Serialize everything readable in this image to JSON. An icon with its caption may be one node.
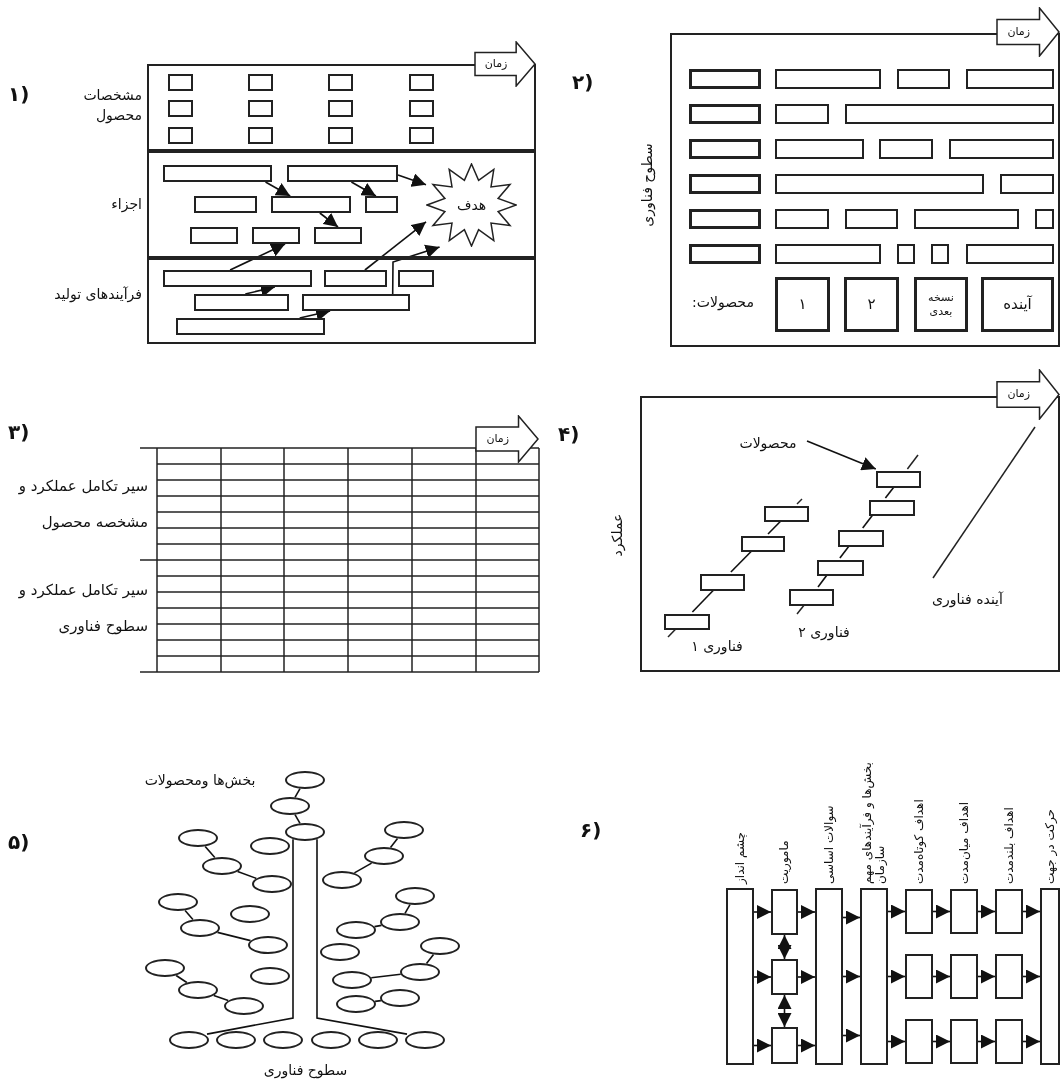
{
  "diagram": {
    "nodes": [
      {
        "text": [
          "مشخصات محصول"
        ]
      },
      {
        "text": [],
        "shape": "box",
        "in": 0
      },
      {
        "text": [],
        "shape": "box",
        "in": 0
      },
      {
        "text": [],
        "shape": "box",
        "in": 0
      },
      {
        "text": [],
        "shape": "box",
        "in": 0
      },
      {
        "text": [],
        "shape": "box",
        "in": 0
      },
      {
        "text": [],
        "shape": "box",
        "in": 0
      },
      {
        "text": [],
        "shape": "box",
        "in": 0
      },
      {
        "text": [],
        "shape": "box",
        "in": 0
      },
      {
        "text": [],
        "shape": "box",
        "in": 0
      },
      {
        "text": [],
        "shape": "box",
        "in": 0
      },
      {
        "text": [],
        "shape": "box",
        "in": 0
      },
      {
        "text": [],
        "shape": "box",
        "in": 0
      },
      {
        "text": [
          "اجزاء"
        ]
      },
      {
        "text": [],
        "shape": "box",
        "in": 13
      },
      {
        "text": [],
        "shape": "box",
        "in": 13
      },
      {
        "text": [],
        "shape": "box",
        "in": 13
      },
      {
        "text": [],
        "shape": "box",
        "in": 13
      },
      {
        "text": [],
        "shape": "box",
        "in": 13
      },
      {
        "text": [],
        "shape": "box",
        "in": 13
      },
      {
        "text": [],
        "shape": "box",
        "in": 13
      },
      {
        "text": [],
        "shape": "box",
        "in": 13
      },
      {
        "text": [
          "هدف"
        ],
        "in": 13
      },
      {
        "text": [
          "فرآیندهای تولید"
        ]
      },
      {
        "text": [],
        "shape": "box",
        "in": 23
      },
      {
        "text": [],
        "shape": "box",
        "in": 23
      },
      {
        "text": [],
        "shape": "box",
        "in": 23
      },
      {
        "text": [],
        "shape": "box",
        "in": 23
      },
      {
        "text": [],
        "shape": "box",
        "in": 23
      },
      {
        "text": [],
        "shape": "box",
        "in": 23
      },
      {
        "text": [
          "زمان"
        ]
      },
      {
        "text": [],
        "shape": "box"
      },
      {
        "text": [],
        "shape": "box",
        "in": 31
      },
      {
        "text": [],
        "shape": "box",
        "in": 31
      },
      {
        "text": [],
        "shape": "box",
        "in": 31
      },
      {
        "text": [],
        "shape": "box",
        "in": 31
      },
      {
        "text": [],
        "shape": "box",
        "in": 31
      },
      {
        "text": [],
        "shape": "box",
        "in": 31
      },
      {
        "text": [],
        "shape": "box",
        "in": 31
      },
      {
        "text": [],
        "shape": "box",
        "in": 31
      },
      {
        "text": [],
        "shape": "box",
        "in": 31
      },
      {
        "text": [],
        "shape": "box",
        "in": 31
      },
      {
        "text": [],
        "shape": "box",
        "in": 31
      },
      {
        "text": [],
        "shape": "box",
        "in": 31
      },
      {
        "text": [],
        "shape": "box",
        "in": 31
      },
      {
        "text": [],
        "shape": "box",
        "in": 31
      },
      {
        "text": [],
        "shape": "box",
        "in": 31
      },
      {
        "text": [],
        "shape": "box",
        "in": 31
      },
      {
        "text": [],
        "shape": "box",
        "in": 31
      },
      {
        "text": [],
        "shape": "box",
        "in": 31
      },
      {
        "text": [],
        "shape": "box",
        "in": 31
      },
      {
        "text": [],
        "shape": "box",
        "in": 31
      },
      {
        "text": [],
        "shape": "box",
        "in": 31
      },
      {
        "text": [],
        "shape": "box",
        "in": 31
      },
      {
        "text": [],
        "shape": "box",
        "in": 31
      },
      {
        "text": [],
        "shape": "box",
        "in": 31
      },
      {
        "text": [
          "۱"
        ],
        "in": 31
      },
      {
        "text": [
          "۲"
        ],
        "in": 31
      },
      {
        "text": [
          "نسخه بعدی"
        ],
        "in": 31
      },
      {
        "text": [
          "آینده"
        ],
        "in": 31
      },
      {
        "text": [
          "زمان"
        ]
      },
      {
        "text": [
          "زمان"
        ]
      },
      {
        "text": [],
        "shape": "box"
      },
      {
        "text": [],
        "shape": "box",
        "in": 62
      },
      {
        "text": [],
        "shape": "box",
        "in": 62
      },
      {
        "text": [],
        "shape": "box",
        "in": 62
      },
      {
        "text": [],
        "shape": "box",
        "in": 62
      },
      {
        "text": [],
        "shape": "box",
        "in": 62
      },
      {
        "text": [],
        "shape": "box",
        "in": 62
      },
      {
        "text": [],
        "shape": "box",
        "in": 62
      },
      {
        "text": [],
        "shape": "box",
        "in": 62
      },
      {
        "text": [],
        "shape": "box",
        "in": 62
      },
      {
        "text": [
          "محصولات"
        ],
        "in": 62
      },
      {
        "text": [
          "زمان"
        ]
      },
      {
        "text": [],
        "shape": "ellipse"
      },
      {
        "text": [],
        "shape": "ellipse"
      },
      {
        "text": [],
        "shape": "ellipse"
      },
      {
        "text": [],
        "shape": "ellipse"
      },
      {
        "text": [],
        "shape": "ellipse"
      },
      {
        "text": [],
        "shape": "ellipse"
      },
      {
        "text": [],
        "shape": "ellipse"
      },
      {
        "text": [],
        "shape": "ellipse"
      },
      {
        "text": [],
        "shape": "ellipse"
      },
      {
        "text": [],
        "shape": "ellipse"
      },
      {
        "text": [],
        "shape": "ellipse"
      },
      {
        "text": [],
        "shape": "ellipse"
      },
      {
        "text": [],
        "shape": "ellipse"
      },
      {
        "text": [],
        "shape": "ellipse"
      },
      {
        "text": [],
        "shape": "ellipse"
      },
      {
        "text": [],
        "shape": "ellipse"
      },
      {
        "text": [],
        "shape": "ellipse"
      },
      {
        "text": [],
        "shape": "ellipse"
      },
      {
        "text": [],
        "shape": "ellipse"
      },
      {
        "text": [],
        "shape": "ellipse"
      },
      {
        "text": [],
        "shape": "ellipse"
      },
      {
        "text": [],
        "shape": "ellipse"
      },
      {
        "text": [],
        "shape": "ellipse"
      },
      {
        "text": [],
        "shape": "ellipse"
      },
      {
        "text": [],
        "shape": "ellipse"
      },
      {
        "text": [],
        "shape": "ellipse"
      },
      {
        "text": [],
        "shape": "ellipse"
      },
      {
        "text": [],
        "shape": "ellipse"
      },
      {
        "text": [],
        "shape": "ellipse"
      },
      {
        "text": [],
        "shape": "ellipse"
      },
      {
        "text": [],
        "shape": "ellipse"
      },
      {
        "text": [],
        "shape": "ellipse"
      },
      {
        "text": [],
        "shape": "ellipse"
      },
      {
        "text": [
          "چشم انداز"
        ]
      },
      {
        "text": [
          "ماموریت"
        ]
      },
      {
        "text": [],
        "shape": "box"
      },
      {
        "text": [],
        "shape": "box"
      },
      {
        "text": [
          "سوالات اساسی"
        ]
      },
      {
        "text": [
          "بخش‌ها و فرآیندهای مهم سازمان"
        ]
      },
      {
        "text": [
          "اهداف کوتاه‌مدت"
        ]
      },
      {
        "text": [],
        "shape": "box"
      },
      {
        "text": [],
        "shape": "box"
      },
      {
        "text": [
          "اهداف میان‌مدت"
        ]
      },
      {
        "text": [],
        "shape": "box"
      },
      {
        "text": [],
        "shape": "box"
      },
      {
        "text": [
          "اهداف بلندمدت"
        ]
      },
      {
        "text": [],
        "shape": "box"
      },
      {
        "text": [],
        "shape": "box"
      },
      {
        "text": [
          "حرکت در جهت"
        ]
      }
    ],
    "edges": [
      {
        "from": 14,
        "to": 17,
        "arrow": "to"
      },
      {
        "from": 15,
        "to": 18,
        "arrow": "to"
      },
      {
        "from": 15,
        "to": 22,
        "arrow": "to"
      },
      {
        "from": 17,
        "to": 21,
        "arrow": "to"
      },
      {
        "from": 24,
        "to": 20,
        "arrow": "to"
      },
      {
        "from": 27,
        "to": 24,
        "arrow": "to"
      },
      {
        "from": 29,
        "to": 28,
        "arrow": "to"
      },
      {
        "from": 25,
        "to": 22,
        "arrow": "to"
      },
      {
        "from": 28,
        "to": 22,
        "arrow": "to"
      },
      {
        "from": 72,
        "to": 71,
        "arrow": "to"
      },
      {
        "from": 74,
        "to": 75,
        "arrow": "none"
      },
      {
        "from": 75,
        "to": 76,
        "arrow": "none"
      },
      {
        "from": 77,
        "to": 78,
        "arrow": "none"
      },
      {
        "from": 78,
        "to": 80,
        "arrow": "none"
      },
      {
        "from": 81,
        "to": 82,
        "arrow": "none"
      },
      {
        "from": 82,
        "to": 84,
        "arrow": "none"
      },
      {
        "from": 85,
        "to": 86,
        "arrow": "none"
      },
      {
        "from": 86,
        "to": 88,
        "arrow": "none"
      },
      {
        "from": 89,
        "to": 90,
        "arrow": "none"
      },
      {
        "from": 90,
        "to": 91,
        "arrow": "none"
      },
      {
        "from": 92,
        "to": 93,
        "arrow": "none"
      },
      {
        "from": 93,
        "to": 94,
        "arrow": "none"
      },
      {
        "from": 96,
        "to": 97,
        "arrow": "none"
      },
      {
        "from": 97,
        "to": 98,
        "arrow": "none"
      },
      {
        "from": 99,
        "to": 100,
        "arrow": "none"
      },
      {
        "from": 107,
        "to": 108,
        "arrow": "to"
      },
      {
        "from": 107,
        "to": 109,
        "arrow": "to"
      },
      {
        "from": 107,
        "to": 110,
        "arrow": "to"
      },
      {
        "from": 108,
        "to": 111,
        "arrow": "to"
      },
      {
        "from": 109,
        "to": 111,
        "arrow": "to"
      },
      {
        "from": 110,
        "to": 111,
        "arrow": "to"
      },
      {
        "from": 111,
        "to": 112,
        "arrow": "to"
      },
      {
        "from": 111,
        "to": 112,
        "arrow": "to"
      },
      {
        "from": 111,
        "to": 112,
        "arrow": "to"
      },
      {
        "from": 112,
        "to": 113,
        "arrow": "to"
      },
      {
        "from": 112,
        "to": 114,
        "arrow": "to"
      },
      {
        "from": 112,
        "to": 115,
        "arrow": "to"
      },
      {
        "from": 113,
        "to": 116,
        "arrow": "to"
      },
      {
        "from": 114,
        "to": 117,
        "arrow": "to"
      },
      {
        "from": 115,
        "to": 118,
        "arrow": "to"
      },
      {
        "from": 116,
        "to": 119,
        "arrow": "to"
      },
      {
        "from": 117,
        "to": 120,
        "arrow": "to"
      },
      {
        "from": 118,
        "to": 121,
        "arrow": "to"
      },
      {
        "from": 119,
        "to": 122,
        "arrow": "to"
      },
      {
        "from": 120,
        "to": 122,
        "arrow": "to"
      },
      {
        "from": 121,
        "to": 122,
        "arrow": "to"
      },
      {
        "from": 108,
        "to": 109,
        "arrow": "both"
      },
      {
        "from": 109,
        "to": 110,
        "arrow": "both"
      },
      {
        "from": 63,
        "to": 64,
        "arrow": "none"
      },
      {
        "from": 64,
        "to": 65,
        "arrow": "none"
      },
      {
        "from": 65,
        "to": 66,
        "arrow": "none"
      },
      {
        "from": 67,
        "to": 68,
        "arrow": "none"
      },
      {
        "from": 68,
        "to": 69,
        "arrow": "none"
      },
      {
        "from": 69,
        "to": 70,
        "arrow": "none"
      },
      {
        "from": 70,
        "to": 71,
        "arrow": "none"
      },
      {
        "from": 76,
        "to": 101,
        "arrow": "none"
      },
      {
        "from": 76,
        "to": 106,
        "arrow": "none"
      }
    ],
    "labels": [
      "۱)",
      "۲)",
      "سطوح فناوری",
      "محصولات:",
      "۳)",
      "سیر تکامل عملکرد و مشخصه محصول",
      "سیر تکامل عملکرد و سطوح فناوری",
      "۴)",
      "عملکرد",
      "فناوری ۱",
      "فناوری ۲",
      "آینده فناوری",
      "۵)",
      "بخش‌ها ومحصولات",
      "سطوح فناوری",
      "۶)"
    ]
  }
}
